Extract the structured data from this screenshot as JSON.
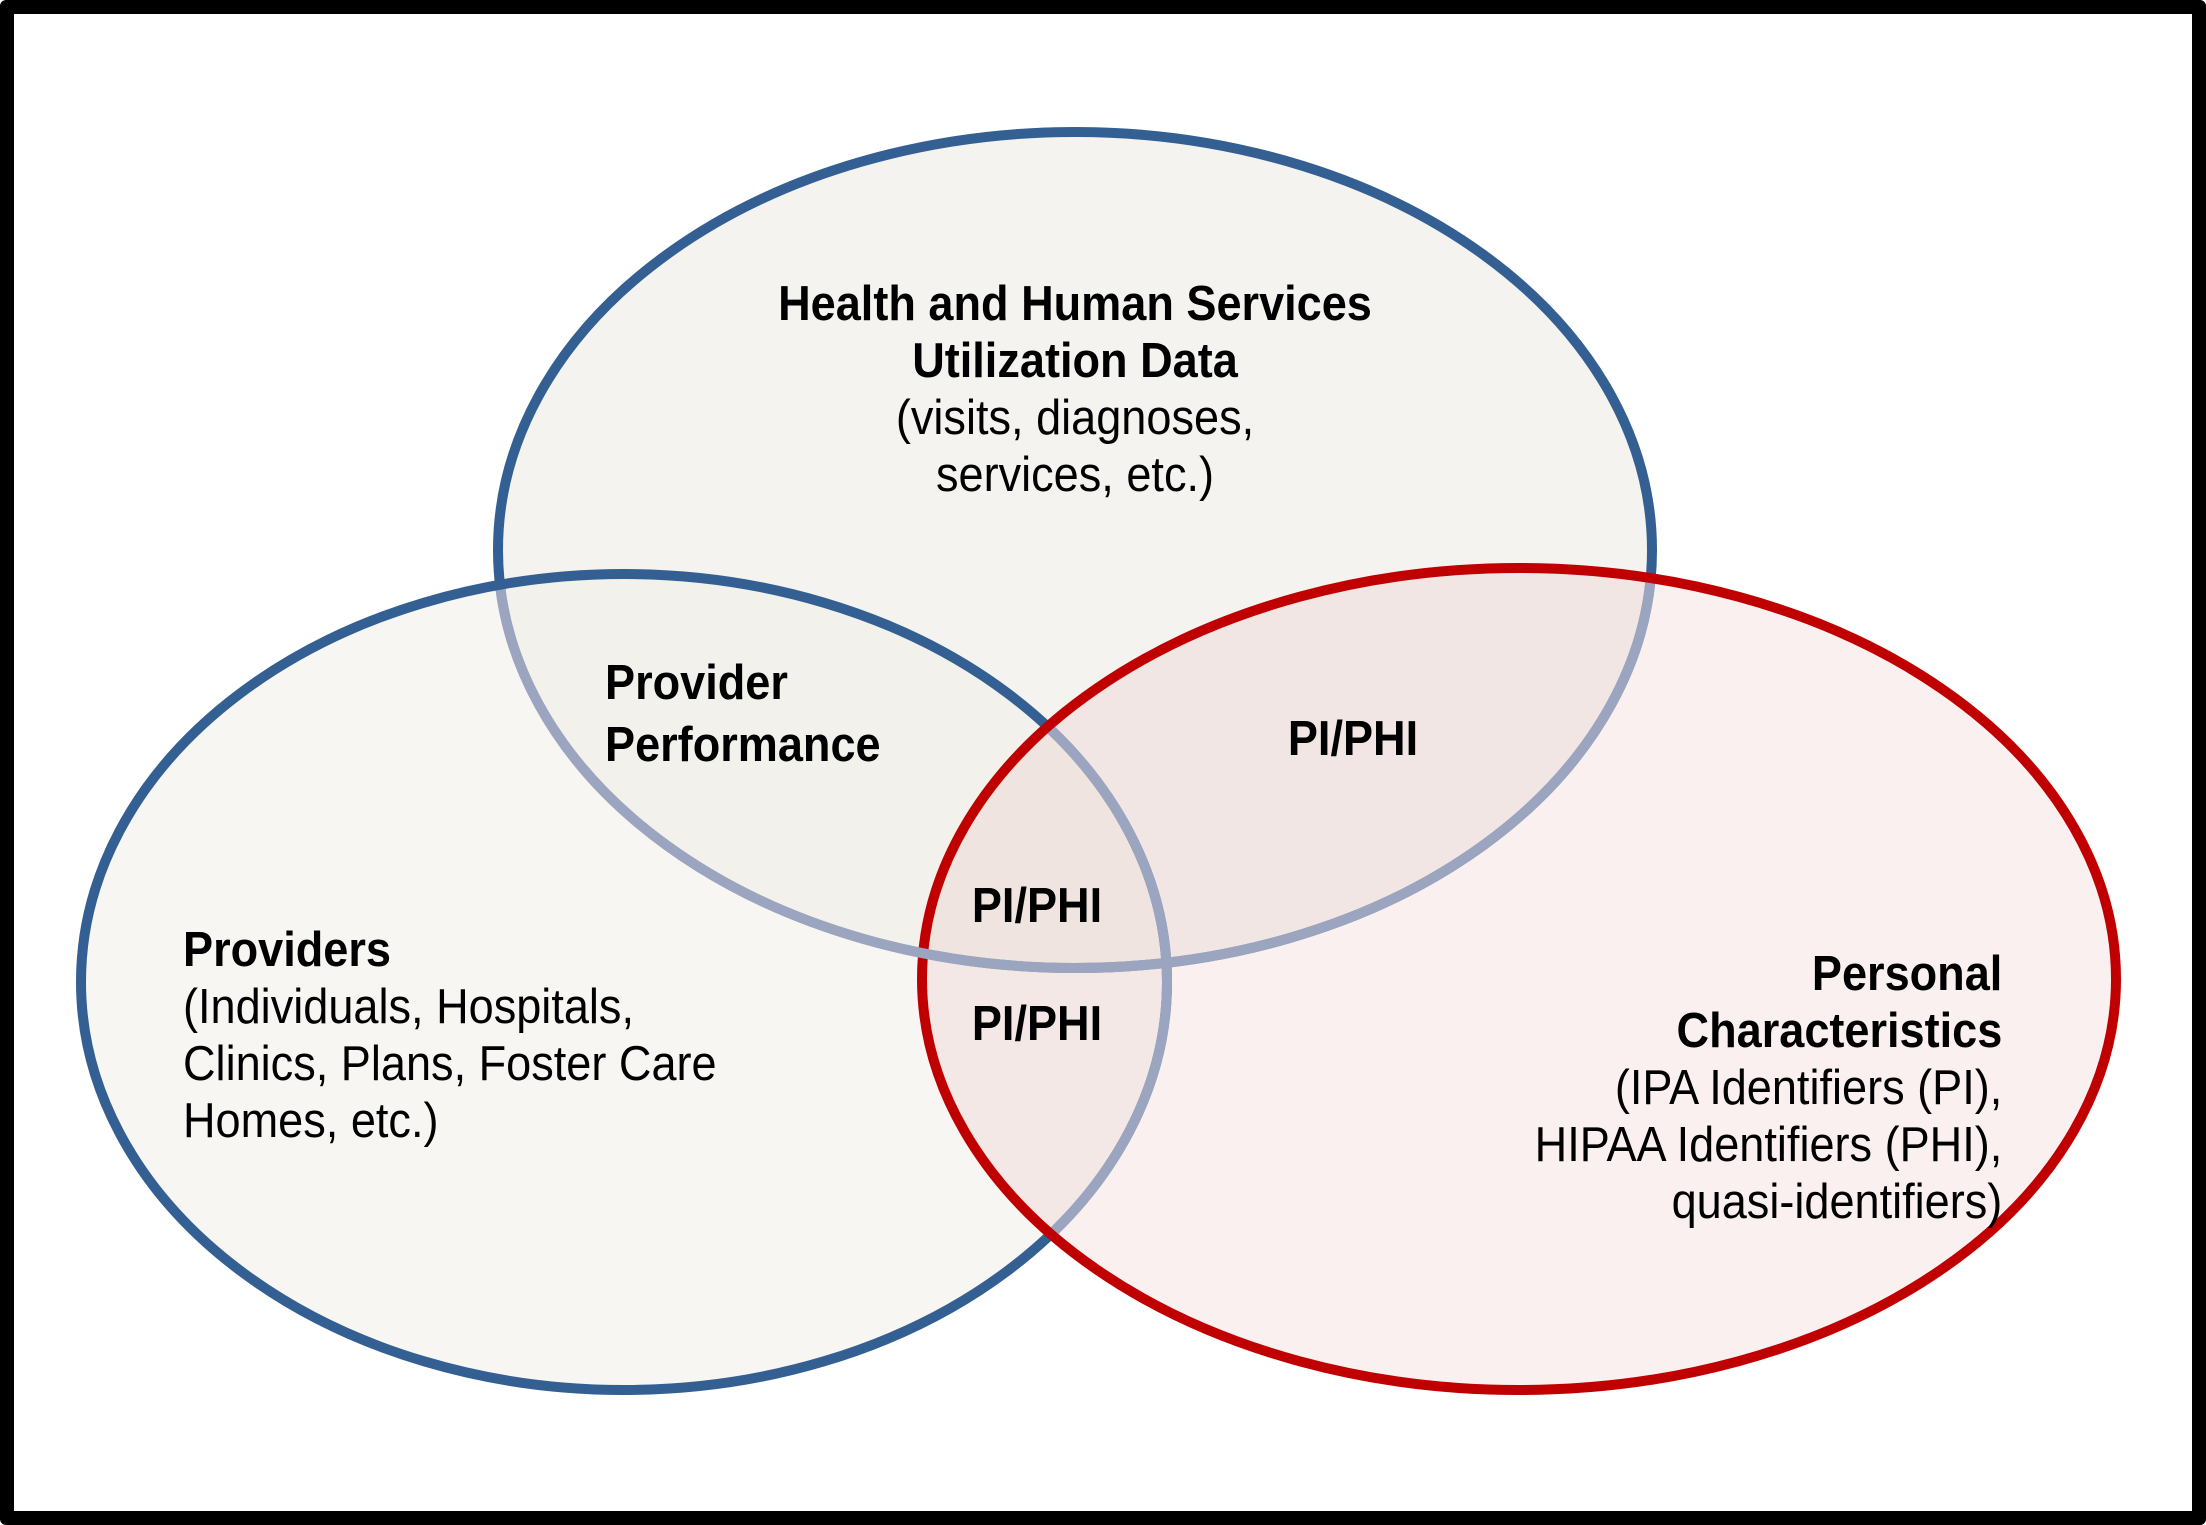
{
  "diagram": {
    "type": "venn",
    "sets": [
      {
        "id": "hhs",
        "title_lines": [
          "Health and Human Services",
          "Utilization Data"
        ],
        "detail_lines": [
          "(visits, diagnoses,",
          "services, etc.)"
        ],
        "stroke_color": "#335f93"
      },
      {
        "id": "providers",
        "title_lines": [
          "Providers"
        ],
        "detail_lines": [
          "(Individuals, Hospitals,",
          "Clinics, Plans, Foster Care",
          "Homes, etc.)"
        ],
        "stroke_color": "#335f93"
      },
      {
        "id": "personal",
        "title_lines": [
          "Personal",
          "Characteristics"
        ],
        "detail_lines": [
          "(IPA Identifiers (PI),",
          "HIPAA Identifiers (PHI),",
          "quasi-identifiers)"
        ],
        "stroke_color": "#c00000"
      }
    ],
    "intersections": {
      "hhs_providers": [
        "Provider",
        "Performance"
      ],
      "hhs_personal": "PI/PHI",
      "all_three": "PI/PHI",
      "providers_personal": "PI/PHI"
    }
  }
}
